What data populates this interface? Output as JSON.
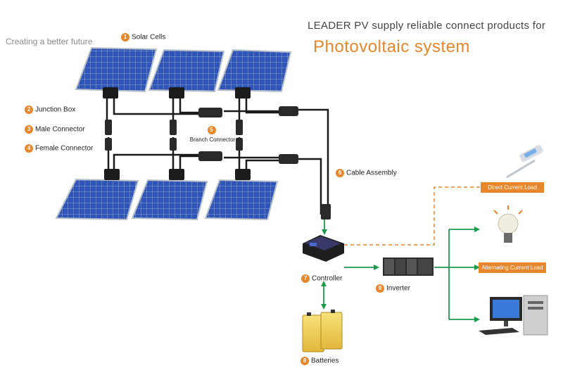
{
  "header": {
    "tagline": "Creating a better future",
    "headline_line1": "LEADER PV  supply reliable  connect products  for",
    "headline_line2": "Photovoltaic  system"
  },
  "labels": [
    {
      "id": "solar-cells",
      "num": "1",
      "text": "Solar Cells"
    },
    {
      "id": "junction-box",
      "num": "2",
      "text": "Junction Box"
    },
    {
      "id": "male-connector",
      "num": "3",
      "text": "Male Connector"
    },
    {
      "id": "female-connector",
      "num": "4",
      "text": "Female Connector"
    },
    {
      "id": "branch-connector",
      "num": "5",
      "text": "Branch Connector"
    },
    {
      "id": "cable-assembly",
      "num": "6",
      "text": "Cable Assembly"
    },
    {
      "id": "controller",
      "num": "7",
      "text": "Controller"
    },
    {
      "id": "batteries",
      "num": "8",
      "text": "Batteries"
    },
    {
      "id": "inverter",
      "num": "9",
      "text": "Inverter"
    }
  ],
  "loads": {
    "dc": "Direct  Current  Load",
    "ac": "Alternating  Current  Load"
  },
  "colors": {
    "accent": "#e8862b",
    "flow_arrow": "#1e9a4b",
    "panel_blue": "#2a4fb0",
    "cable": "#1a1a1a"
  }
}
